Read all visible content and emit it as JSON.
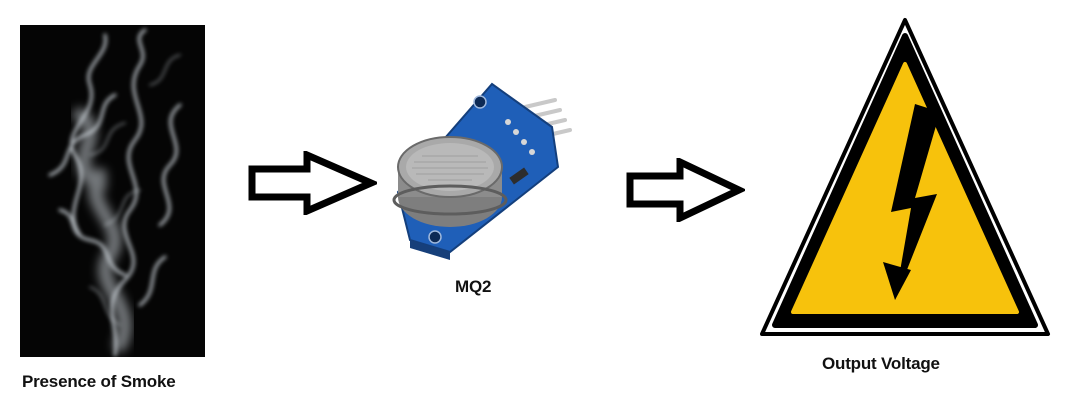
{
  "stages": {
    "smoke": {
      "label": "Presence of Smoke",
      "icon": "smoke-image"
    },
    "sensor": {
      "label": "MQ2",
      "icon": "mq2-sensor-image"
    },
    "output": {
      "label": "Output Voltage",
      "icon": "high-voltage-warning-icon"
    }
  },
  "connectors": [
    "right-arrow-icon",
    "right-arrow-icon"
  ],
  "colors": {
    "background": "#ffffff",
    "smoke_bg": "#050505",
    "sensor_board": "#1f5fb8",
    "warning_yellow": "#f7c20c",
    "outline": "#000000"
  }
}
